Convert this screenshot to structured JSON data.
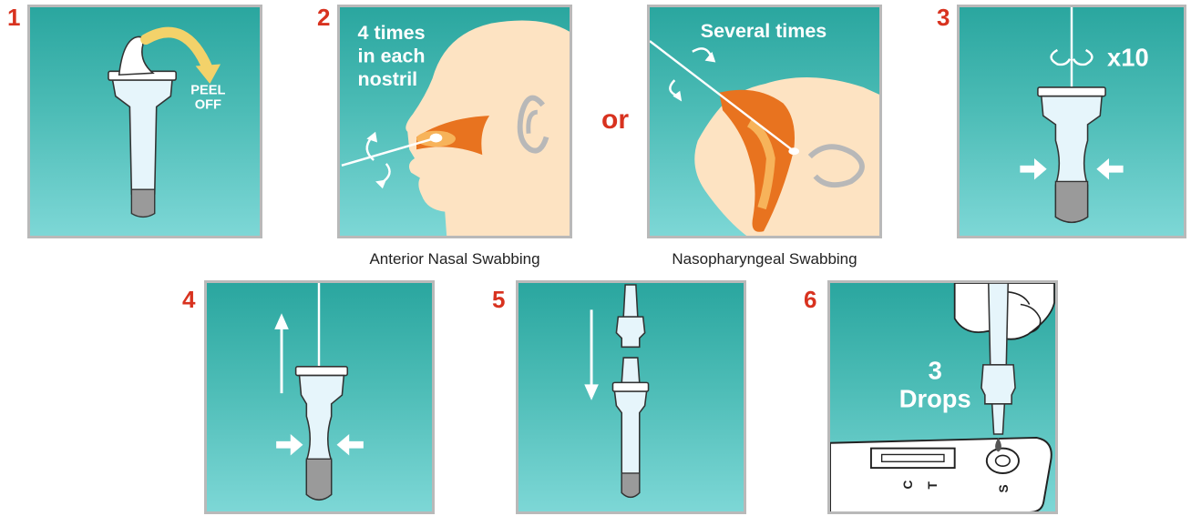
{
  "steps": [
    {
      "number": "1",
      "label": "PEEL OFF",
      "label_line1": "PEEL",
      "label_line2": "OFF"
    },
    {
      "number": "2",
      "text_line1": "4 times",
      "text_line2": "in each",
      "text_line3": "nostril",
      "caption": "Anterior Nasal Swabbing"
    },
    {
      "number": "",
      "or": "or",
      "text": "Several times",
      "caption": "Nasopharyngeal Swabbing"
    },
    {
      "number": "3",
      "text": "x10"
    },
    {
      "number": "4"
    },
    {
      "number": "5"
    },
    {
      "number": "6",
      "text_line1": "3",
      "text_line2": "Drops",
      "cassette_c": "C",
      "cassette_t": "T",
      "cassette_s": "S"
    }
  ],
  "colors": {
    "panel_top": "#2aa69f",
    "panel_bottom": "#7dd7d6",
    "step_number": "#d8321f",
    "panel_border": "#b9b9b9",
    "skin": "#fde3c2",
    "nasal_cavity": "#e8731f"
  }
}
